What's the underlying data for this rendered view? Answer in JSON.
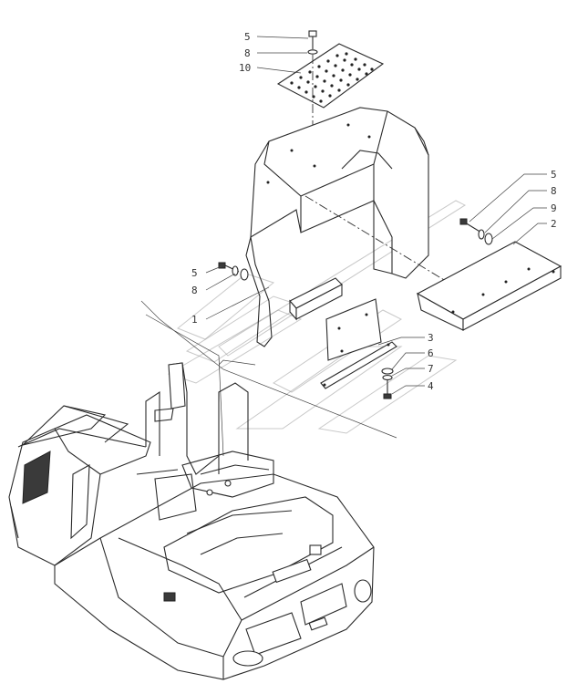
{
  "callouts": [
    {
      "id": "c-top-5",
      "text": "5"
    },
    {
      "id": "c-top-8",
      "text": "8"
    },
    {
      "id": "c-top-10",
      "text": "10"
    },
    {
      "id": "c-right-5",
      "text": "5"
    },
    {
      "id": "c-right-8",
      "text": "8"
    },
    {
      "id": "c-right-9",
      "text": "9"
    },
    {
      "id": "c-right-2",
      "text": "2"
    },
    {
      "id": "c-left-5",
      "text": "5"
    },
    {
      "id": "c-left-8",
      "text": "8"
    },
    {
      "id": "c-left-1",
      "text": "1"
    },
    {
      "id": "c-mid-3",
      "text": "3"
    },
    {
      "id": "c-mid-6",
      "text": "6"
    },
    {
      "id": "c-mid-7",
      "text": "7"
    },
    {
      "id": "c-mid-4",
      "text": "4"
    }
  ],
  "parts": {
    "plate": "perforated-plate",
    "cover": "hood-cover",
    "bracket": "side-bracket",
    "block": "rubber-block",
    "mount": "mounting-plate",
    "machine": "excavator-upper-structure"
  }
}
